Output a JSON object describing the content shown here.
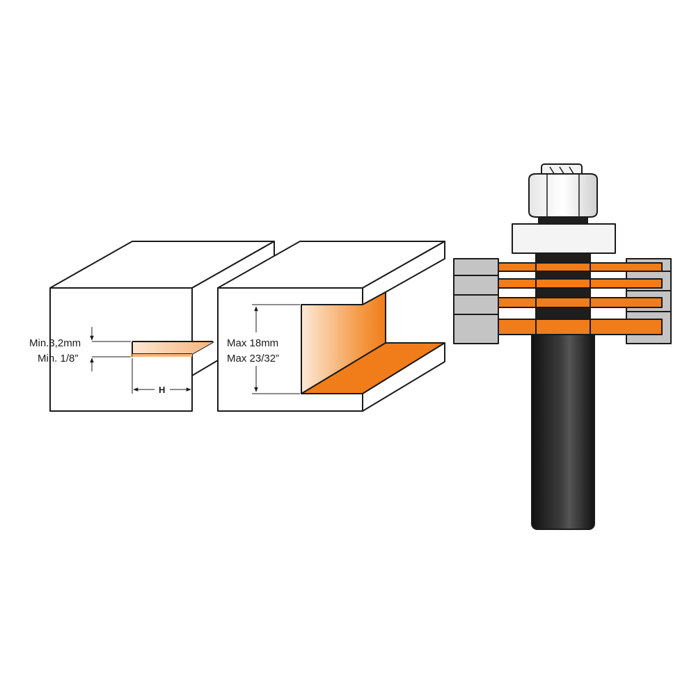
{
  "labels": {
    "slot_min_mm": "Min.3,2mm",
    "slot_min_in": "Min. 1/8”",
    "depth_label": "H",
    "board_max_mm": "Max 18mm",
    "board_max_in": "Max 23/32”"
  },
  "colors": {
    "orange": "#f07d1a",
    "orange_light": "#fbd9bd",
    "grey": "#bfbfbf",
    "shank": "#1e1e1e",
    "outline": "#1a1a1a"
  }
}
